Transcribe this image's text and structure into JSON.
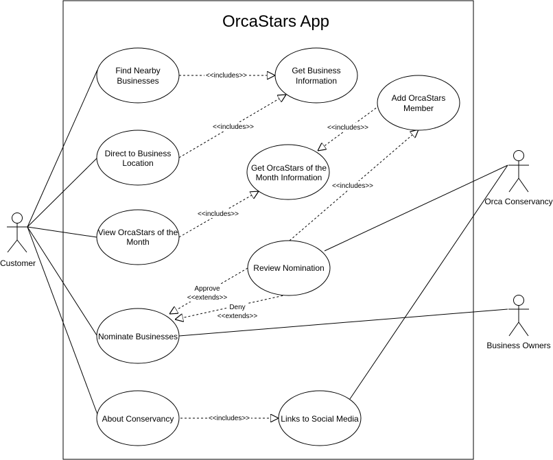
{
  "system": {
    "title": "OrcaStars App"
  },
  "actors": {
    "customer": "Customer",
    "orca_conservancy": "Orca Conservancy",
    "business_owners": "Business Owners"
  },
  "use_cases": {
    "find_nearby": [
      "Find Nearby",
      "Businesses"
    ],
    "get_business_info": [
      "Get Business",
      "Information"
    ],
    "add_member": [
      "Add OrcaStars",
      "Member"
    ],
    "direct_location": [
      "Direct to Business",
      "Location"
    ],
    "get_month_info": [
      "Get OrcaStars of the",
      "Month Information"
    ],
    "view_month": [
      "View OrcaStars of the",
      "Month"
    ],
    "review_nomination": [
      "Review Nomination"
    ],
    "nominate": [
      "Nominate Businesses"
    ],
    "about": [
      "About Conservancy"
    ],
    "links_social": [
      "Links to Social Media"
    ]
  },
  "relations": {
    "includes": "<<includes>>",
    "extends": "<<extends>>",
    "approve": "Approve",
    "deny": "Deny"
  }
}
